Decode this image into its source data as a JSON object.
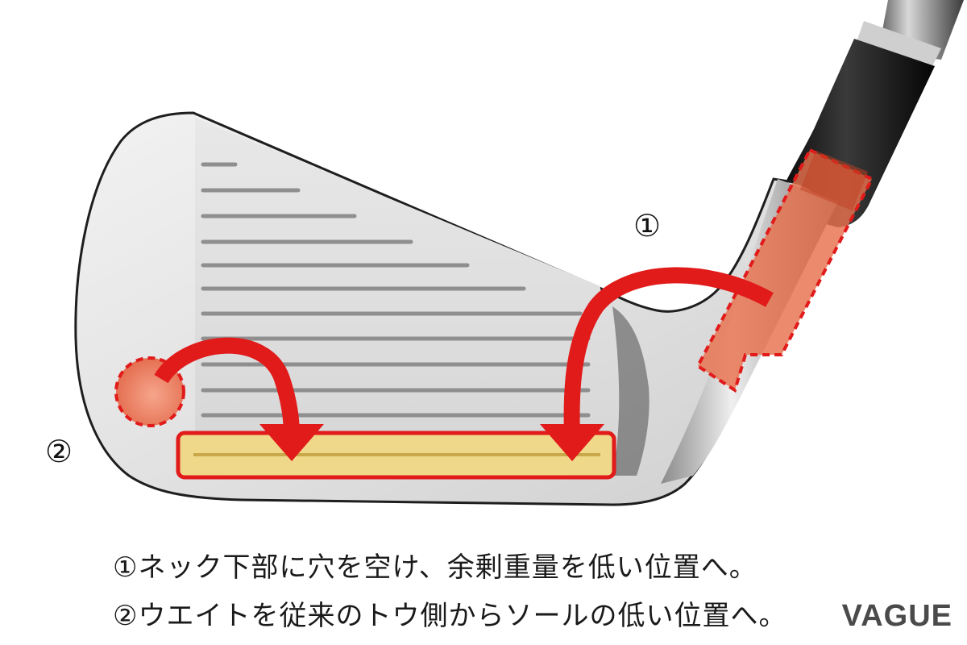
{
  "markers": {
    "one": "①",
    "two": "②"
  },
  "captions": [
    "①ネック下部に穴を空け、余剰重量を低い位置へ。",
    "②ウエイトを従来のトウ側からソールの低い位置へ。"
  ],
  "logo": "VAGUE",
  "colors": {
    "arrow": "#e11a1a",
    "weight_fill": "#f0d88a",
    "hosel_highlight": "#e8704e"
  }
}
